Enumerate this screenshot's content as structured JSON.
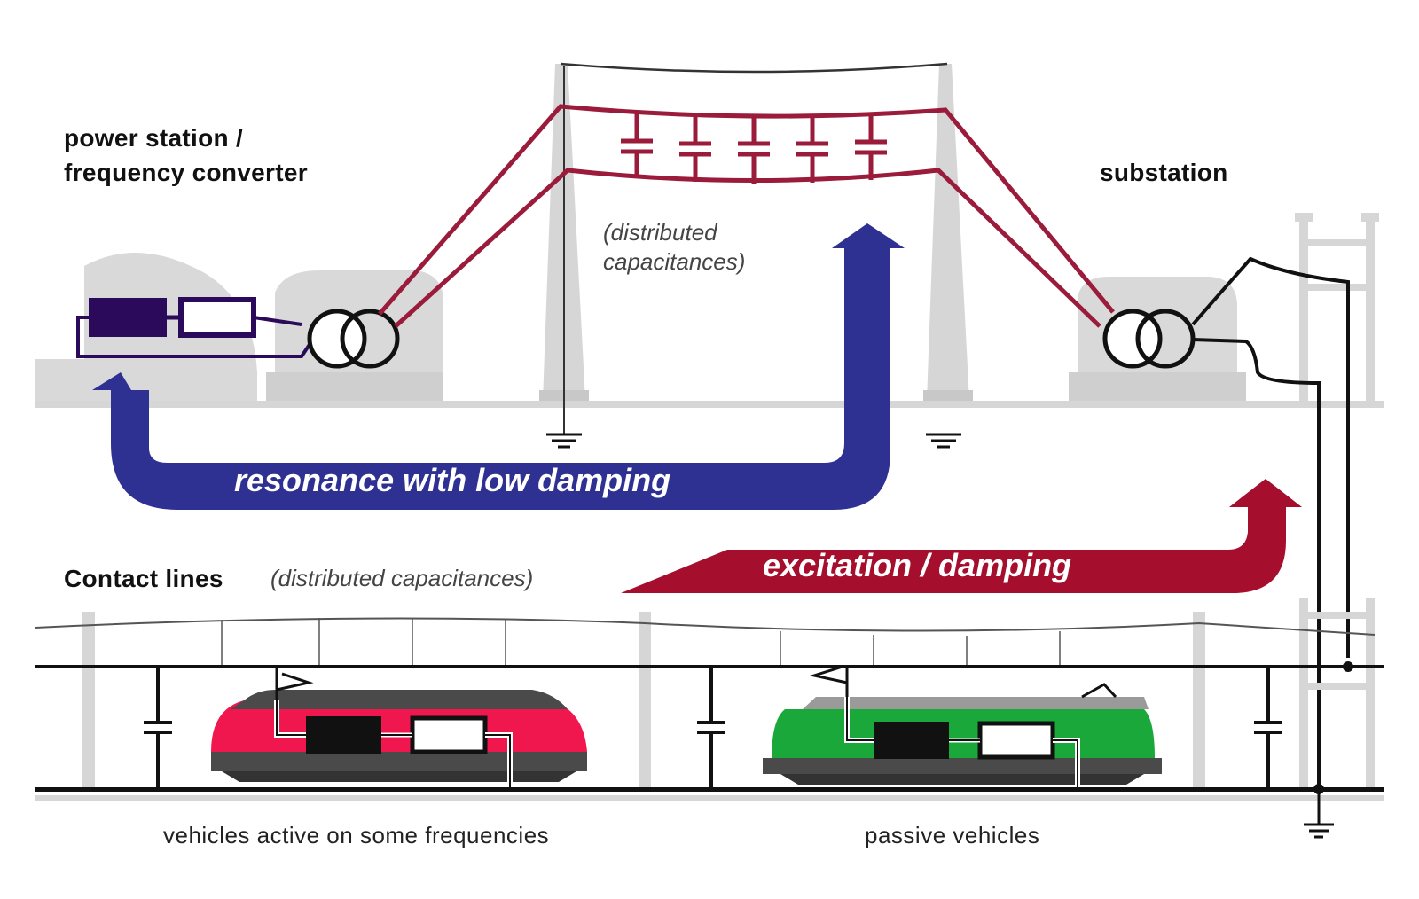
{
  "labels": {
    "power_station": "power station /",
    "frequency_converter": "frequency converter",
    "substation": "substation",
    "distributed_capacitances_top_1": "(distributed",
    "distributed_capacitances_top_2": "capacitances)",
    "contact_lines": "Contact lines",
    "contact_lines_note": "(distributed capacitances)",
    "resonance": "resonance with low damping",
    "excitation": "excitation / damping",
    "vehicles_active": "vehicles active on some frequencies",
    "passive_vehicles": "passive vehicles"
  },
  "colors": {
    "line_red": "#9b1b3b",
    "resonance_blue": "#2e3192",
    "excitation_red": "#a50f2d",
    "converter_purple": "#2b0a5c",
    "grey": "#d6d6d6",
    "grey_dark": "#b5b5b5",
    "train_active": "#f0174f",
    "train_passive": "#1aa83a",
    "train_roof": "#4a4a4a"
  },
  "icons": [
    "transformer-icon",
    "capacitor-icon",
    "ground-icon",
    "generator-icon",
    "locomotive-icon",
    "pantograph-icon"
  ]
}
